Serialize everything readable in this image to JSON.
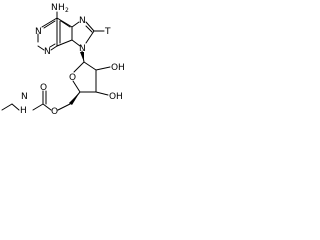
{
  "molecule": {
    "atoms": {
      "nh2_n": "N",
      "nh2_h": "H",
      "nh2_sub": "2",
      "n_ring6_top": "N",
      "n_ring6_left": "N",
      "n_ring5_top": "N",
      "n_ring5_glyco": "N",
      "tritium": "T",
      "ring_o": "O",
      "oh_c2_o": "O",
      "oh_c2_h": "H",
      "oh_c3_o": "O",
      "oh_c3_h": "H",
      "ester_o": "O",
      "carbonyl_o": "O",
      "amide_n": "N",
      "amide_h": "H"
    },
    "colors": {
      "ink": "#000000",
      "background": "#ffffff"
    }
  }
}
